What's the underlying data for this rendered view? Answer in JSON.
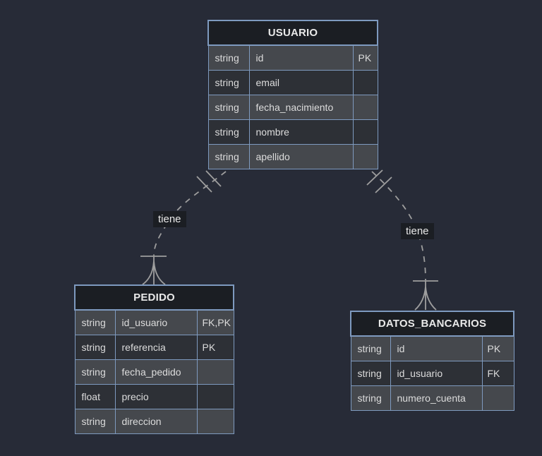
{
  "theme": {
    "canvas_bg": "#272B37",
    "entity_border": "#7E9ABF",
    "entity_header_bg": "#1B1E23",
    "row_bg_odd": "#45484D",
    "row_bg_even": "#2D3036",
    "text_color": "#DCDCDC",
    "edge_color": "#9E9E9E",
    "label_bg": "#1B1E23"
  },
  "entities": [
    {
      "name": "USUARIO",
      "attributes": [
        {
          "type": "string",
          "name": "id",
          "key": "PK"
        },
        {
          "type": "string",
          "name": "email",
          "key": ""
        },
        {
          "type": "string",
          "name": "fecha_nacimiento",
          "key": ""
        },
        {
          "type": "string",
          "name": "nombre",
          "key": ""
        },
        {
          "type": "string",
          "name": "apellido",
          "key": ""
        }
      ]
    },
    {
      "name": "PEDIDO",
      "attributes": [
        {
          "type": "string",
          "name": "id_usuario",
          "key": "FK,PK"
        },
        {
          "type": "string",
          "name": "referencia",
          "key": "PK"
        },
        {
          "type": "string",
          "name": "fecha_pedido",
          "key": ""
        },
        {
          "type": "float",
          "name": "precio",
          "key": ""
        },
        {
          "type": "string",
          "name": "direccion",
          "key": ""
        }
      ]
    },
    {
      "name": "DATOS_BANCARIOS",
      "attributes": [
        {
          "type": "string",
          "name": "id",
          "key": "PK"
        },
        {
          "type": "string",
          "name": "id_usuario",
          "key": "FK"
        },
        {
          "type": "string",
          "name": "numero_cuenta",
          "key": ""
        }
      ]
    }
  ],
  "relationships": [
    {
      "from": "USUARIO",
      "to": "PEDIDO",
      "label": "tiene",
      "from_cardinality": "exactly-one",
      "to_cardinality": "one-or-more",
      "line_style": "dashed"
    },
    {
      "from": "USUARIO",
      "to": "DATOS_BANCARIOS",
      "label": "tiene",
      "from_cardinality": "exactly-one",
      "to_cardinality": "one-or-more",
      "line_style": "dashed"
    }
  ]
}
